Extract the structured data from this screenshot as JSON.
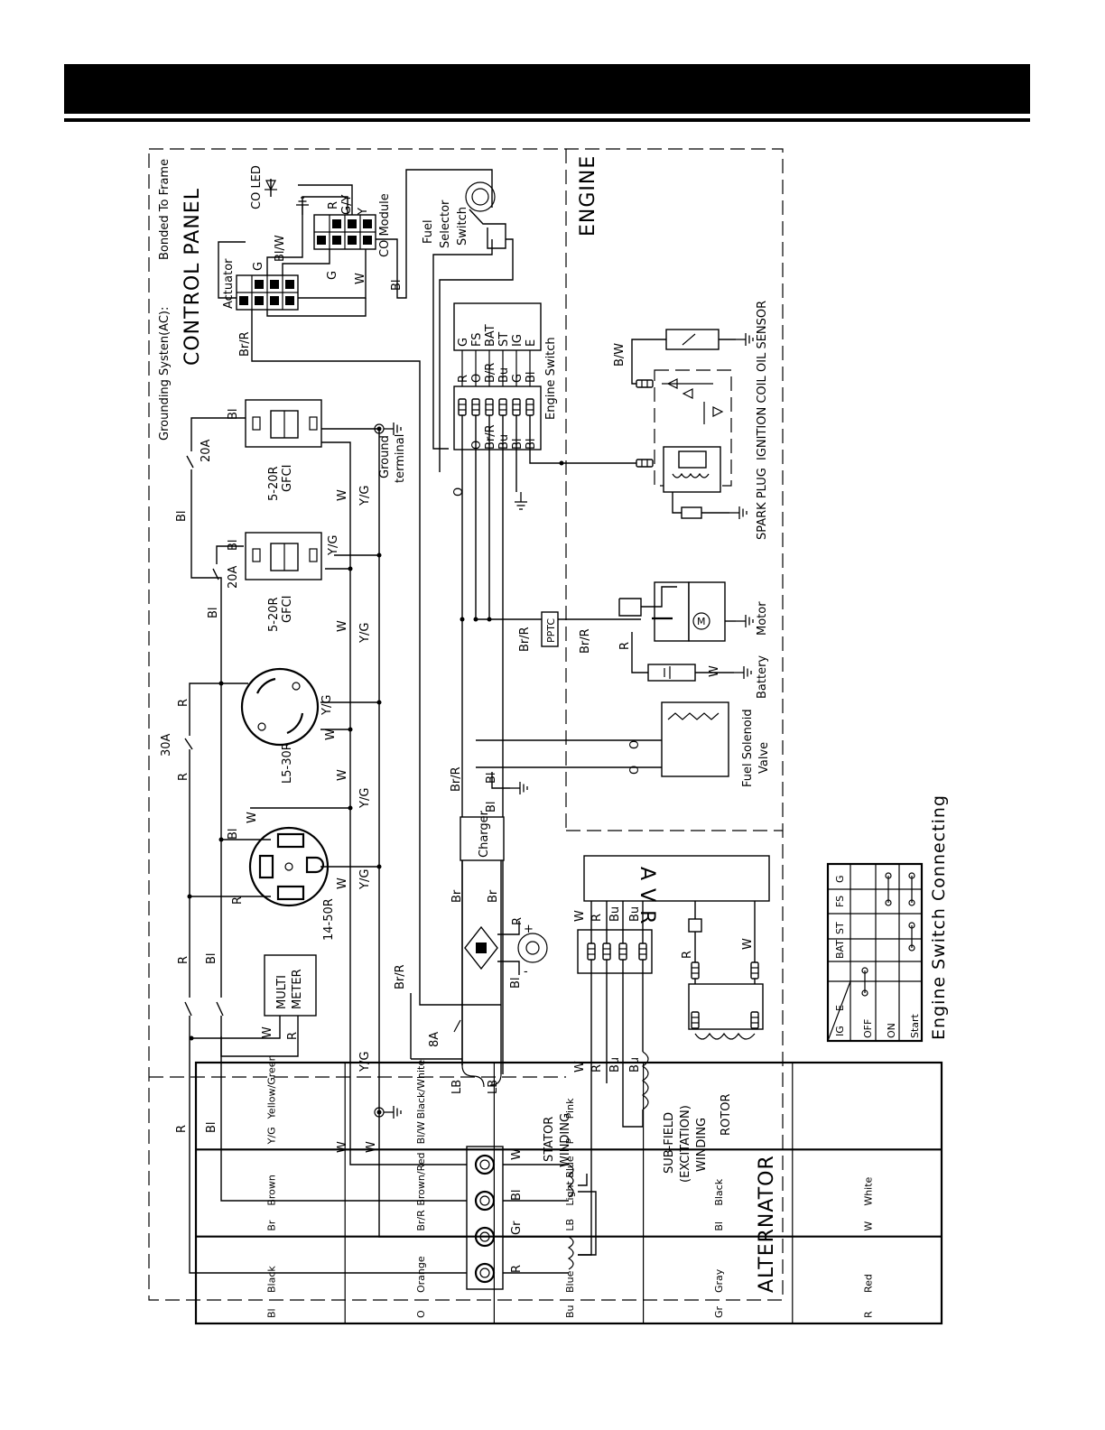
{
  "header": {
    "title": ""
  },
  "sections": {
    "control_panel": "CONTROL PANEL",
    "engine": "ENGINE",
    "alternator": "ALTERNATOR",
    "grounding_note": "Grounding Systen(AC):",
    "bonded_note": "Bonded To Frame"
  },
  "components": {
    "co_led": "CO LED",
    "co_module": "CO Module",
    "actuator": "Actuator",
    "fuel_selector_1": "Fuel",
    "fuel_selector_2": "Selector",
    "fuel_selector_3": "Switch",
    "engine_switch": "Engine Switch",
    "outlet_gfci_top_1": "5-20R",
    "outlet_gfci_top_2": "GFCI",
    "outlet_gfci_bottom_1": "5-20R",
    "outlet_gfci_bottom_2": "GFCI",
    "outlet_l5": "L5-30R",
    "outlet_14_50": "14-50R",
    "multimeter_1": "MULTI",
    "multimeter_2": "METER",
    "ground_terminal_1": "Ground",
    "ground_terminal_2": "terminal",
    "breaker_20a_top": "20A",
    "breaker_20a_bottom": "20A",
    "breaker_30a": "30A",
    "breaker_8a": "8A",
    "oil_sensor": "OIL SENSOR",
    "ignition_coil": "IGNITION COIL",
    "spark_plug": "SPARK PLUG",
    "motor": "Motor",
    "motor_symbol": "M",
    "battery": "Battery",
    "fuel_valve_1": "Fuel Solenoid",
    "fuel_valve_2": "Valve",
    "charger": "Charger",
    "pptc": "PPTC",
    "avr": "A V R",
    "stator_1": "STATOR",
    "stator_2": "WINDING",
    "subfield_1": "SUB-FIELD",
    "subfield_2": "(EXCITATION)",
    "subfield_3": "WINDING",
    "rotor": "ROTOR",
    "plus": "+",
    "minus": "-"
  },
  "wire_labels": {
    "bl": "Bl",
    "r": "R",
    "w": "W",
    "yg": "Y/G",
    "o": "O",
    "brr": "Br/R",
    "bu": "Bu",
    "g": "G",
    "gy": "G/Y",
    "y": "Y",
    "br": "Br",
    "lb": "LB",
    "gr": "Gr",
    "bw": "B/W",
    "blw": "Bl/W"
  },
  "engine_switch_terminals": [
    "G",
    "FS",
    "BAT",
    "ST",
    "IG",
    "E"
  ],
  "engine_switch_wires": [
    "R",
    "O",
    "B/R",
    "Bu",
    "G",
    "Bl"
  ],
  "engine_switch_lower_wires": [
    "O",
    "Br/R",
    "Bu",
    "Bl",
    "Bl"
  ],
  "switch_table": {
    "caption": "Engine Switch Connecting",
    "columns": [
      "IG",
      "E",
      "BAT",
      "ST",
      "FS",
      "G"
    ],
    "rows": [
      "OFF",
      "ON",
      "Start"
    ]
  },
  "color_legend": [
    {
      "code": "Bl",
      "name": "Black"
    },
    {
      "code": "O",
      "name": "Orange"
    },
    {
      "code": "Bu",
      "name": "Blue"
    },
    {
      "code": "Gr",
      "name": "Gray"
    },
    {
      "code": "R",
      "name": "Red"
    },
    {
      "code": "Br",
      "name": "Brown"
    },
    {
      "code": "Br/R",
      "name": "Brown/Red"
    },
    {
      "code": "LB",
      "name": "Light Blue"
    },
    {
      "code": "Bl",
      "name": "Black"
    },
    {
      "code": "W",
      "name": "White"
    },
    {
      "code": "Y/G",
      "name": "Yellow/Green"
    },
    {
      "code": "Bl/W",
      "name": "Black/White"
    },
    {
      "code": "P",
      "name": "Pink"
    },
    {
      "code": "",
      "name": ""
    },
    {
      "code": "",
      "name": ""
    }
  ]
}
